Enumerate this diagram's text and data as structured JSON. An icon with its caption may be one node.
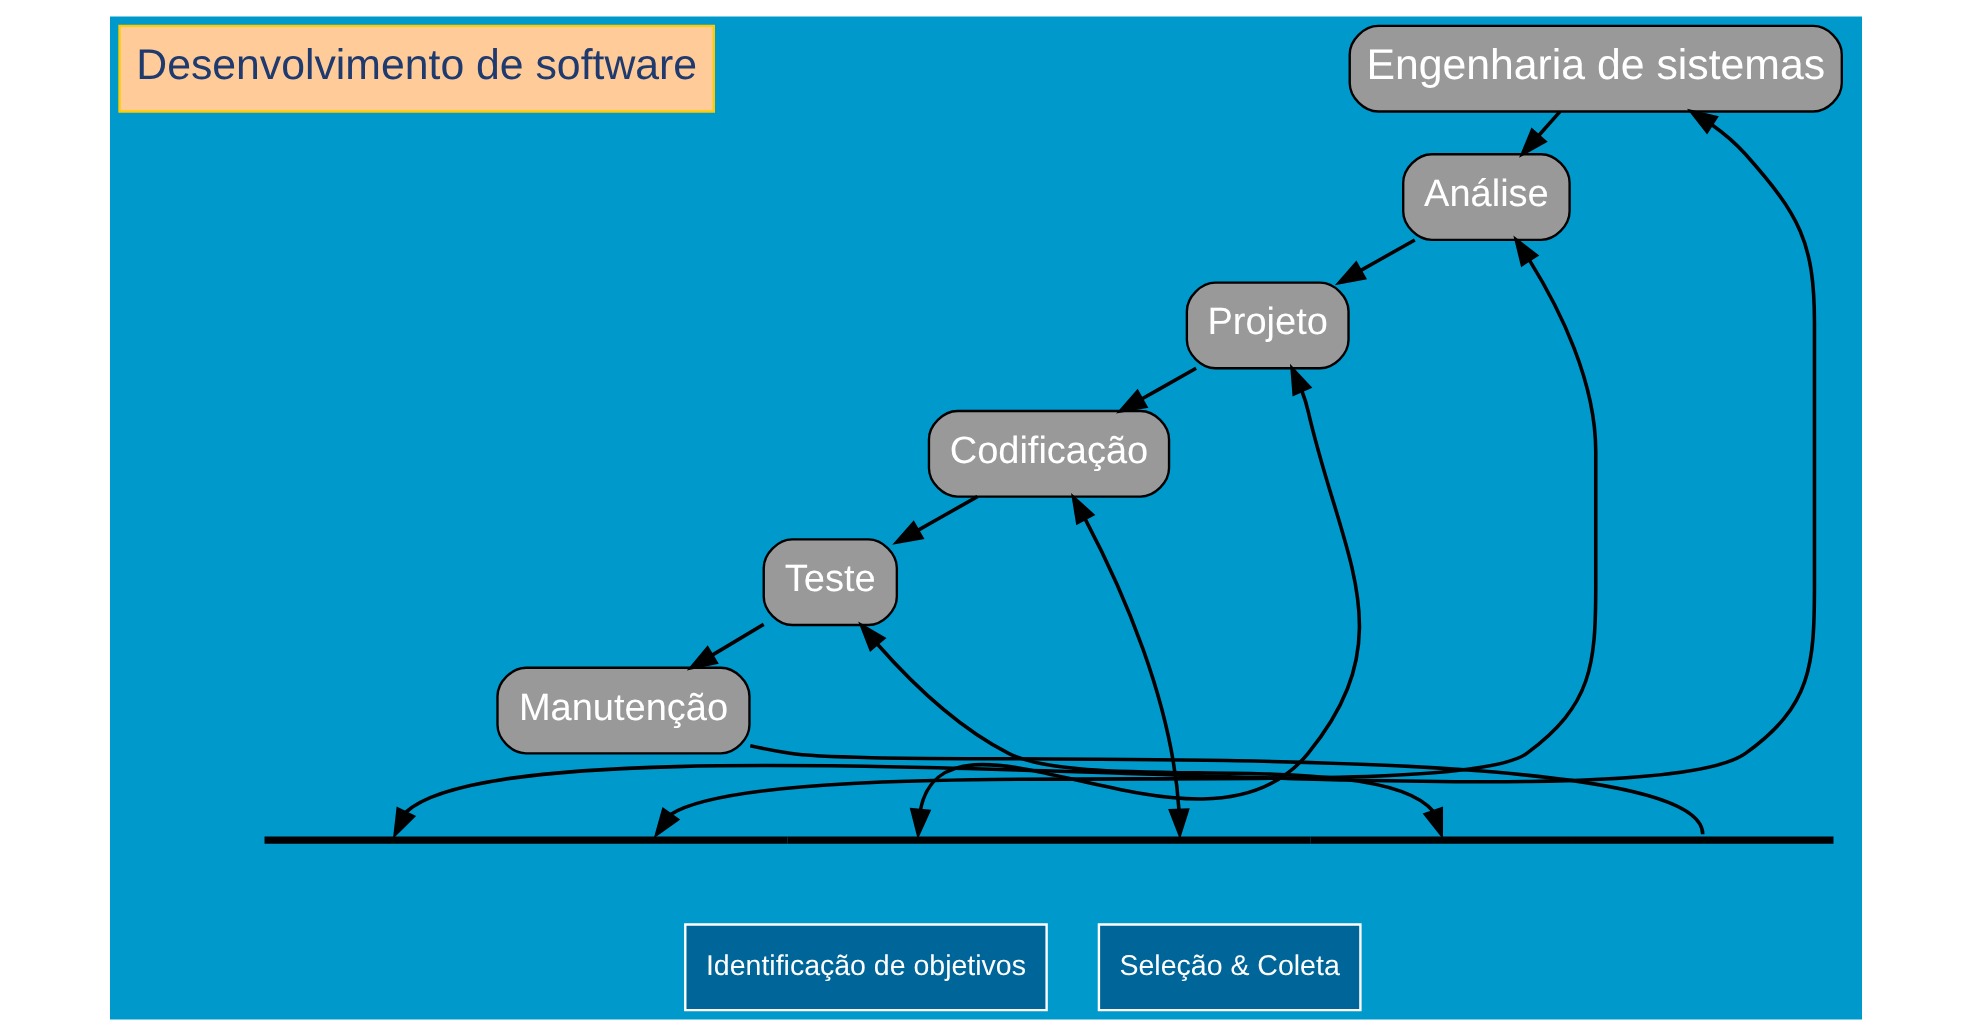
{
  "diagram": {
    "nodes": [
      {
        "text": [
          "Desenvolvimento de software"
        ]
      },
      {
        "text": [
          "Engenharia de sistemas"
        ]
      },
      {
        "text": [
          "Análise"
        ]
      },
      {
        "text": [
          "Projeto"
        ]
      },
      {
        "text": [
          "Codificação"
        ]
      },
      {
        "text": [
          "Teste"
        ]
      },
      {
        "text": [
          "Manutenção"
        ]
      },
      {
        "text": [],
        "shape": "bar"
      },
      {
        "text": [
          "Identificação de objetivos"
        ]
      },
      {
        "text": [
          "Seleção & Coleta"
        ]
      }
    ],
    "edges": [
      {
        "from": 1,
        "to": 2,
        "arrow": "to"
      },
      {
        "from": 2,
        "to": 3,
        "arrow": "to"
      },
      {
        "from": 3,
        "to": 4,
        "arrow": "to"
      },
      {
        "from": 4,
        "to": 5,
        "arrow": "to"
      },
      {
        "from": 5,
        "to": 6,
        "arrow": "to"
      },
      {
        "from": 7,
        "to": 1,
        "arrow": "both"
      },
      {
        "from": 7,
        "to": 2,
        "arrow": "both"
      },
      {
        "from": 7,
        "to": 3,
        "arrow": "both"
      },
      {
        "from": 7,
        "to": 4,
        "arrow": "both"
      },
      {
        "from": 7,
        "to": 5,
        "arrow": "both"
      },
      {
        "from": 7,
        "to": 6,
        "arrow": "none"
      }
    ]
  }
}
